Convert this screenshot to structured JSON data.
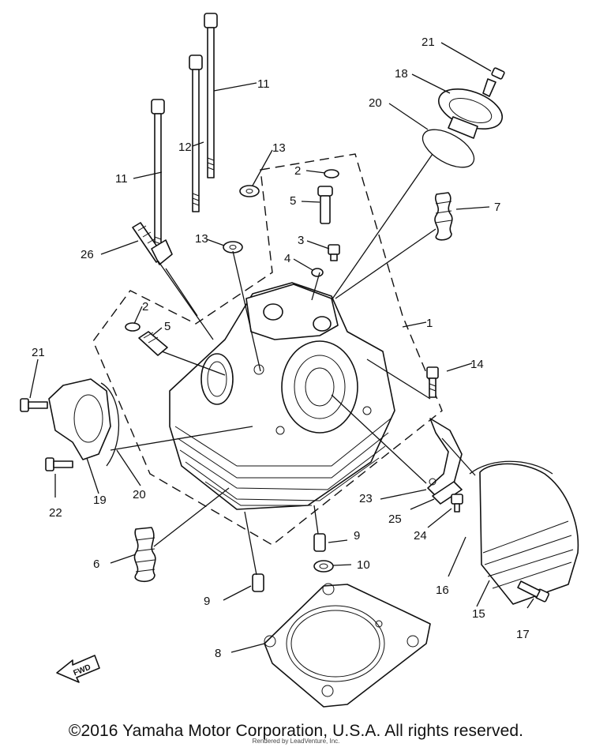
{
  "labels": [
    {
      "id": "21a",
      "text": "21"
    },
    {
      "id": "18",
      "text": "18"
    },
    {
      "id": "20a",
      "text": "20"
    },
    {
      "id": "11a",
      "text": "11"
    },
    {
      "id": "12",
      "text": "12"
    },
    {
      "id": "11b",
      "text": "11"
    },
    {
      "id": "13a",
      "text": "13"
    },
    {
      "id": "2a",
      "text": "2"
    },
    {
      "id": "5a",
      "text": "5"
    },
    {
      "id": "7",
      "text": "7"
    },
    {
      "id": "26",
      "text": "26"
    },
    {
      "id": "13b",
      "text": "13"
    },
    {
      "id": "3",
      "text": "3"
    },
    {
      "id": "4",
      "text": "4"
    },
    {
      "id": "2b",
      "text": "2"
    },
    {
      "id": "5b",
      "text": "5"
    },
    {
      "id": "1",
      "text": "1"
    },
    {
      "id": "21b",
      "text": "21"
    },
    {
      "id": "14",
      "text": "14"
    },
    {
      "id": "22",
      "text": "22"
    },
    {
      "id": "19",
      "text": "19"
    },
    {
      "id": "20b",
      "text": "20"
    },
    {
      "id": "23",
      "text": "23"
    },
    {
      "id": "25",
      "text": "25"
    },
    {
      "id": "24",
      "text": "24"
    },
    {
      "id": "9a",
      "text": "9"
    },
    {
      "id": "6",
      "text": "6"
    },
    {
      "id": "10",
      "text": "10"
    },
    {
      "id": "16",
      "text": "16"
    },
    {
      "id": "9b",
      "text": "9"
    },
    {
      "id": "15",
      "text": "15"
    },
    {
      "id": "17",
      "text": "17"
    },
    {
      "id": "8",
      "text": "8"
    }
  ],
  "fwd_badge": "FWD",
  "copyright": "©2016 Yamaha Motor Corporation, U.S.A. All rights reserved.",
  "watermark_sub": "Rendered by LeadVenture, Inc."
}
